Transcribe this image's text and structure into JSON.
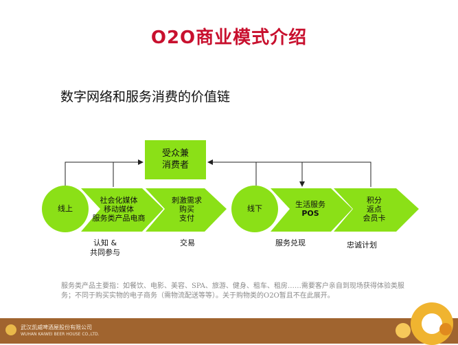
{
  "title": "O2O商业模式介绍",
  "subtitle": "数字网络和服务消费的价值链",
  "nodes": {
    "consumer": [
      "受众兼",
      "消费者"
    ],
    "online": "线上",
    "social": [
      "社会化媒体",
      "移动媒体",
      "服务类产品电商"
    ],
    "stimulate": [
      "刺激需求",
      "购买",
      "支付"
    ],
    "offline": "线下",
    "life_service": [
      "生活服务",
      "POS"
    ],
    "points": [
      "积分",
      "返点",
      "会员卡"
    ]
  },
  "stage_labels": {
    "cognition": [
      "认知 &",
      "共同参与"
    ],
    "transaction": "交易",
    "redeem": "服务兑现",
    "loyalty": "忠诚计划"
  },
  "note": "服务类产品主要指：如餐饮、电影、美容、SPA、旅游、健身、租车、租房……需要客户亲自到现场获得体验类服务；不同于购买实物的电子商务（需物流配送等等）。关于购物类的O2O暂且不在此展开。",
  "footer": {
    "company_cn": "武汉凯威啤酒屋股份有限公司",
    "company_en": "WUHAN KAIWEI BEER HOUSE CO.,LTD."
  },
  "colors": {
    "title": "#c8102e",
    "node_fill": "#8be017",
    "node_fill_dark": "#6cc80e",
    "footer": "#a0642f",
    "arrow": "#222222"
  }
}
